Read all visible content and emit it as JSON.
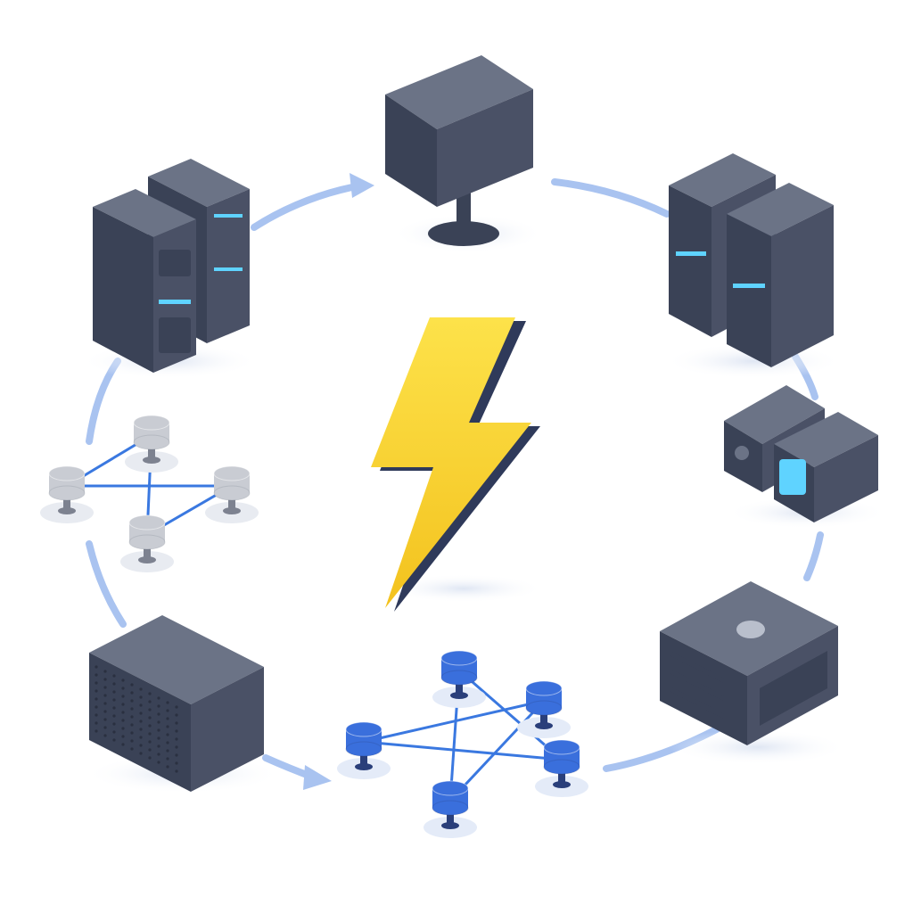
{
  "colors": {
    "background": "#ffffff",
    "ring": "#a9c3f0",
    "device_dark": "#3a4256",
    "device_mid": "#4a5166",
    "device_light": "#6b7386",
    "edge_highlight": "#8a93a8",
    "led_cyan": "#5fd3ff",
    "node_blue": "#3a6fdc",
    "node_gray": "#c9ccd3",
    "link_blue": "#3a78e0",
    "bolt_yellow": "#f7d52b",
    "bolt_shadow": "#2f3a5a"
  },
  "nodes": [
    {
      "id": "monitor-top",
      "icon": "pedestal-cabinet-icon"
    },
    {
      "id": "server-top-right",
      "icon": "rack-server-pair-icon"
    },
    {
      "id": "storage-right",
      "icon": "storage-unit-pair-icon"
    },
    {
      "id": "psu-bottom-right",
      "icon": "power-supply-box-icon"
    },
    {
      "id": "cluster-bottom",
      "icon": "blue-node-cluster-icon"
    },
    {
      "id": "chassis-bottom-left",
      "icon": "mesh-chassis-icon"
    },
    {
      "id": "cluster-left",
      "icon": "gray-node-cluster-icon"
    },
    {
      "id": "server-top-left",
      "icon": "rack-server-pair-icon"
    }
  ],
  "center": {
    "icon": "lightning-bolt-icon"
  }
}
